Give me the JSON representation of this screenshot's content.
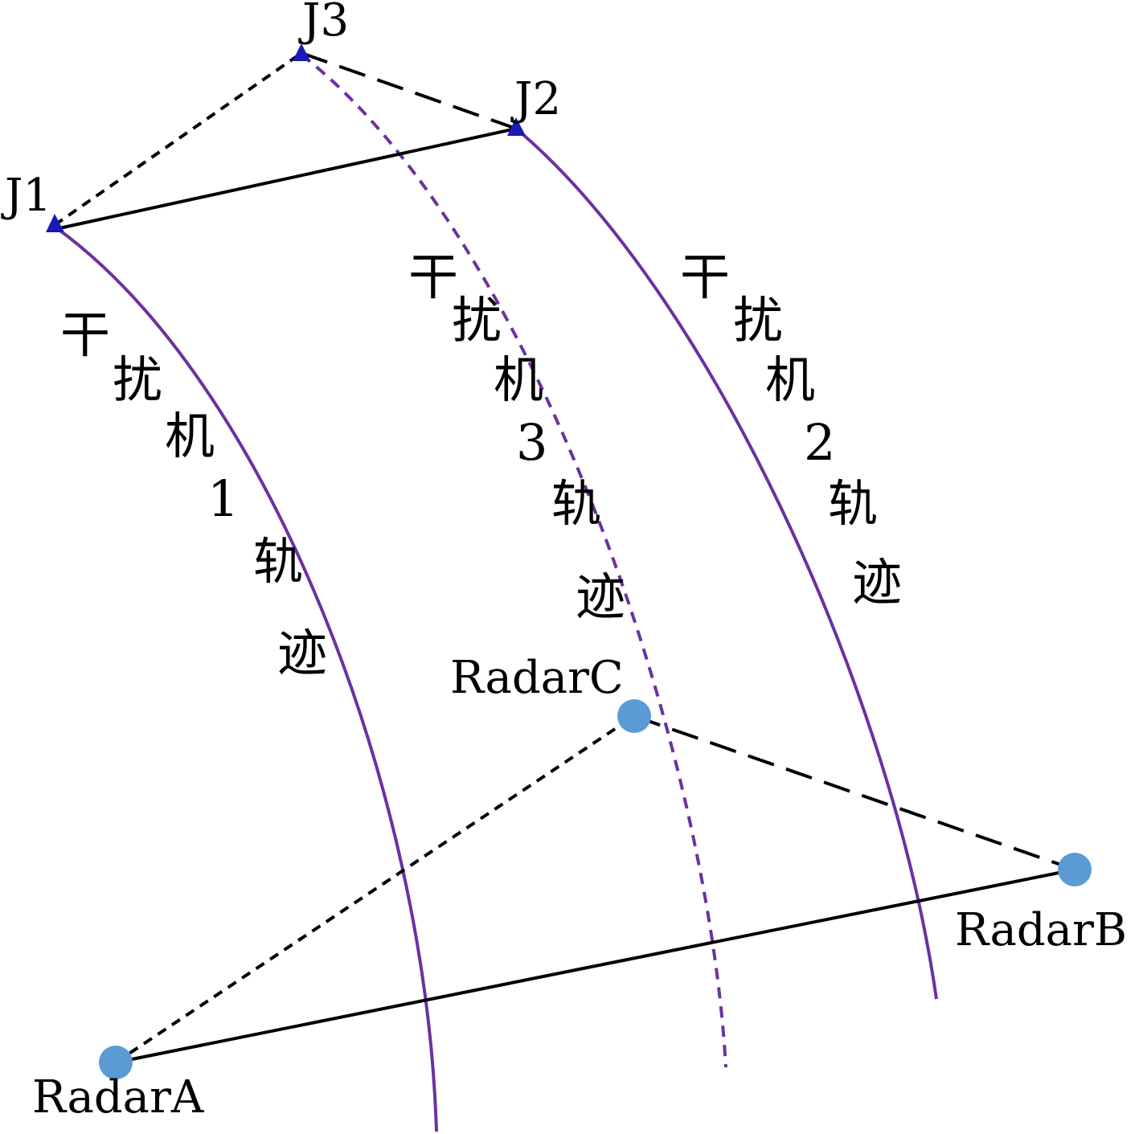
{
  "jammers": {
    "j1": {
      "label": "J1"
    },
    "j2": {
      "label": "J2"
    },
    "j3": {
      "label": "J3"
    }
  },
  "radars": {
    "a": {
      "label": "RadarA"
    },
    "b": {
      "label": "RadarB"
    },
    "c": {
      "label": "RadarC"
    }
  },
  "trajectories": {
    "t1": {
      "chars": [
        "干",
        "扰",
        "机",
        "1",
        "轨",
        "迹"
      ]
    },
    "t3": {
      "chars": [
        "干",
        "扰",
        "机",
        "3",
        "轨",
        "迹"
      ]
    },
    "t2": {
      "chars": [
        "干",
        "扰",
        "机",
        "2",
        "轨",
        "迹"
      ]
    }
  },
  "colors": {
    "trajectory": "#6a32a0",
    "jammer": "#1a1ab8",
    "radar": "#5b9bd5",
    "link": "#000000"
  }
}
